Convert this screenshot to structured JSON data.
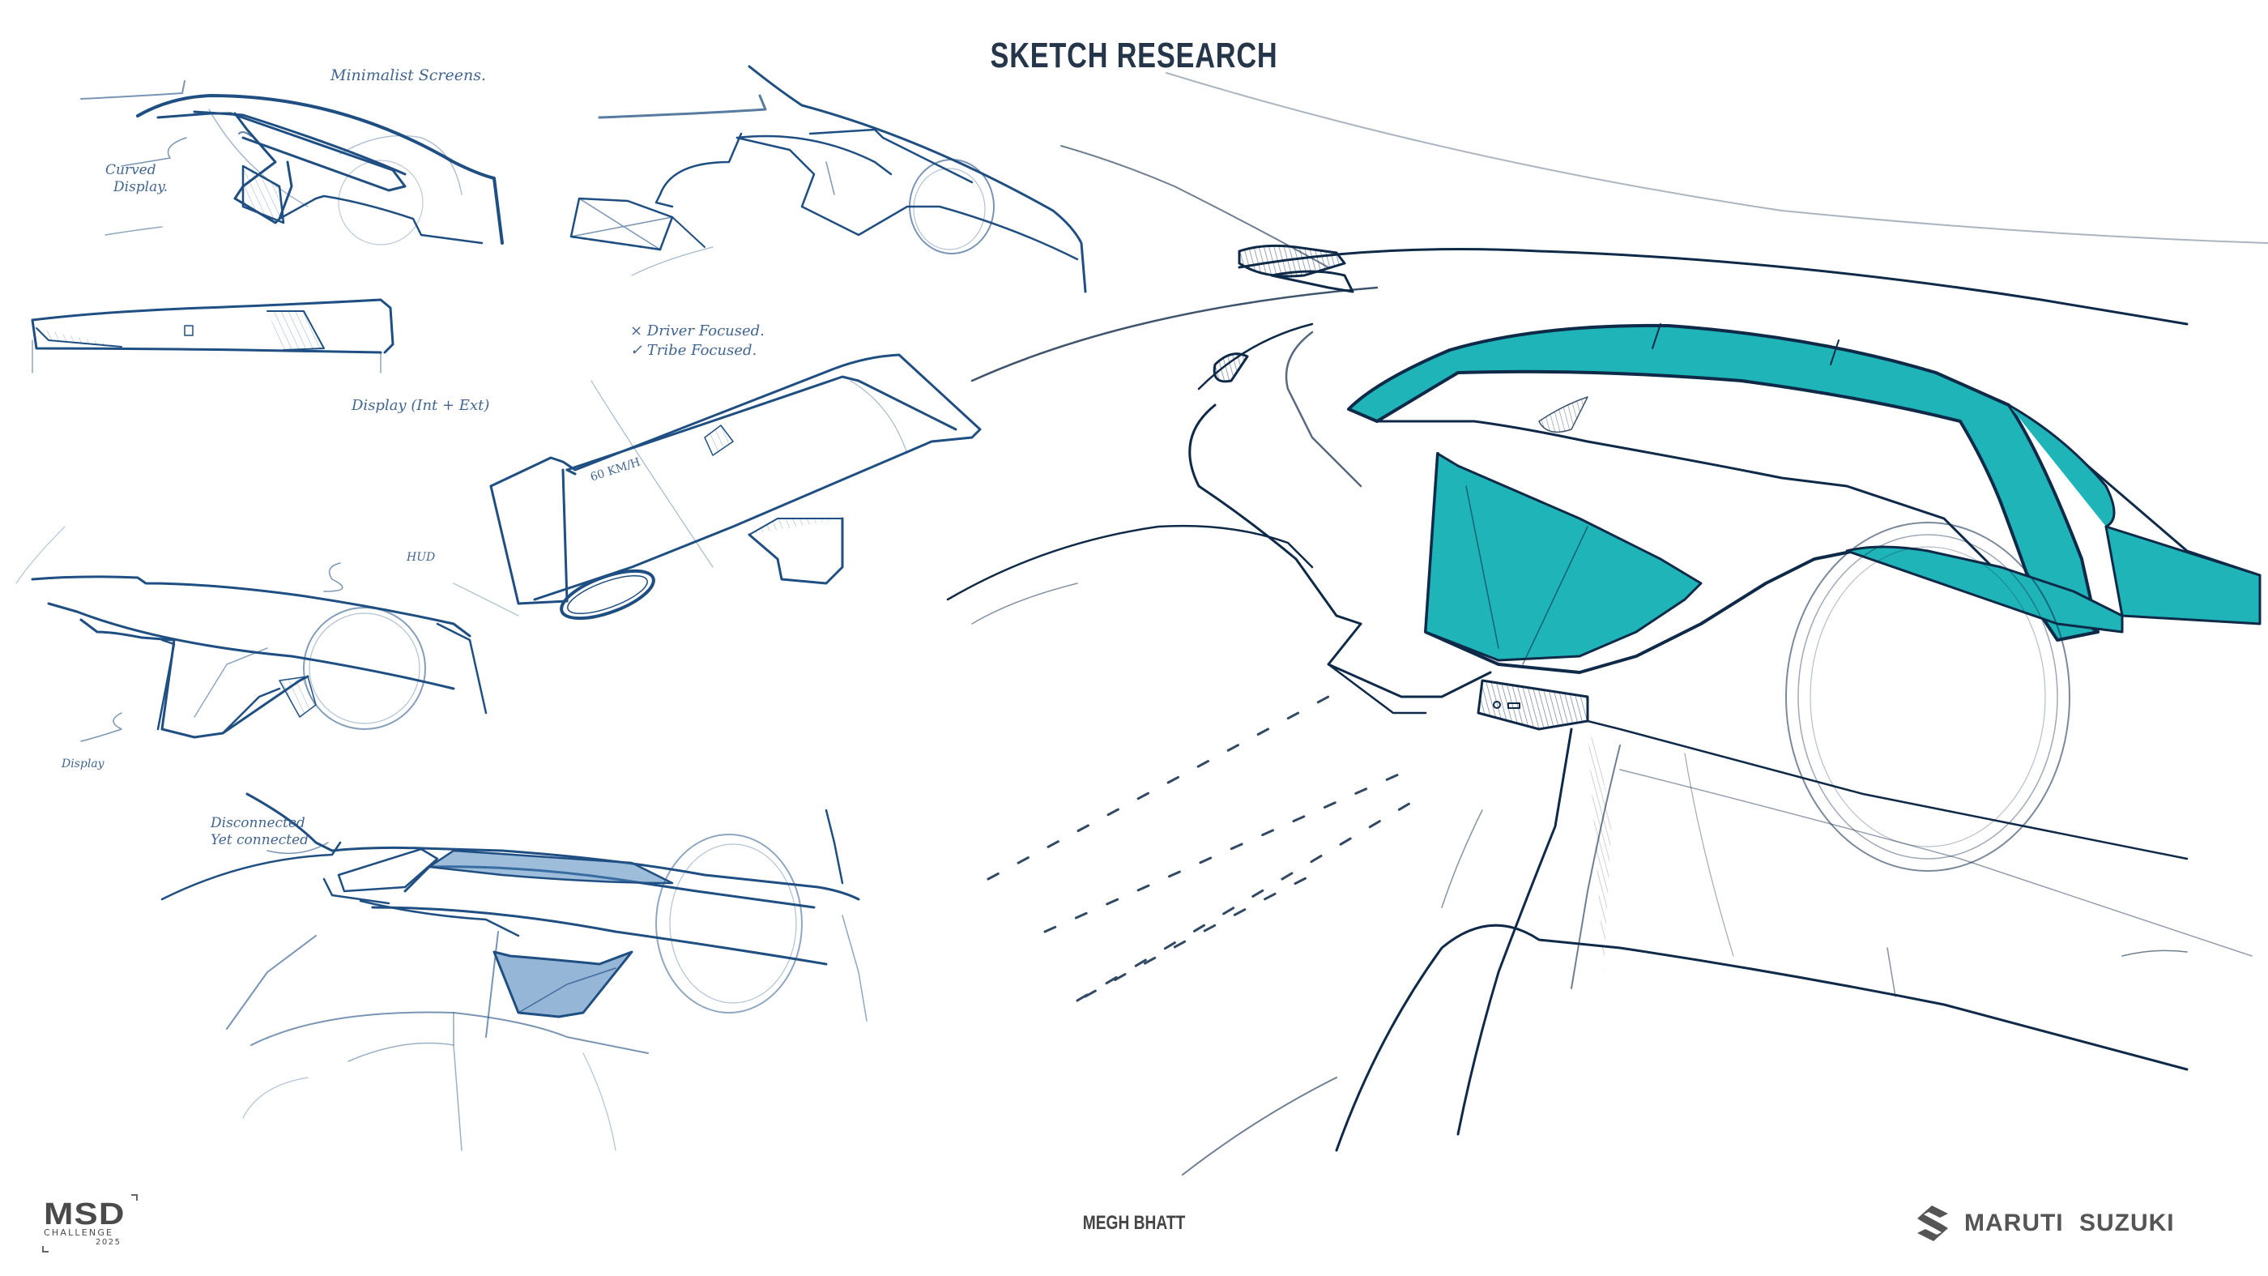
{
  "header": {
    "title": "SKETCH RESEARCH"
  },
  "annotations": {
    "minimalist_screens": "Minimalist Screens.",
    "curved_display_line1": "Curved",
    "curved_display_line2": "Display.",
    "display_int_ext": "Display (Int + Ext)",
    "driver_focused": "× Driver Focused.",
    "tribe_focused": "✓ Tribe Focused.",
    "hud": "HUD",
    "display": "Display",
    "disconnected_line1": "Disconnected",
    "disconnected_line2": "Yet connected",
    "speed_readout": "60 KM/H"
  },
  "sketches": [
    {
      "id": "sketch-1",
      "label": "minimalist-curved-display"
    },
    {
      "id": "sketch-2",
      "label": "floating-dash-console"
    },
    {
      "id": "sketch-3",
      "label": "display-int-ext"
    },
    {
      "id": "sketch-4",
      "label": "tribe-focused-dash"
    },
    {
      "id": "sketch-5",
      "label": "hud-display"
    },
    {
      "id": "sketch-6",
      "label": "disconnected-yet-connected"
    },
    {
      "id": "sketch-7",
      "label": "hero-teal-cockpit"
    }
  ],
  "colors": {
    "ink": "#1f4f82",
    "ink_dark": "#0f2a48",
    "teal": "#1fb5b8",
    "blue_wash": "#4f86bd",
    "title": "#25354a",
    "footer": "#555555"
  },
  "footer": {
    "left_logo": {
      "main": "MSD",
      "sub": "CHALLENGE",
      "year": "2025"
    },
    "designer": "MEGH BHATT",
    "brand": "MARUTI SUZUKI",
    "brand_icon": "suzuki-s-icon"
  }
}
